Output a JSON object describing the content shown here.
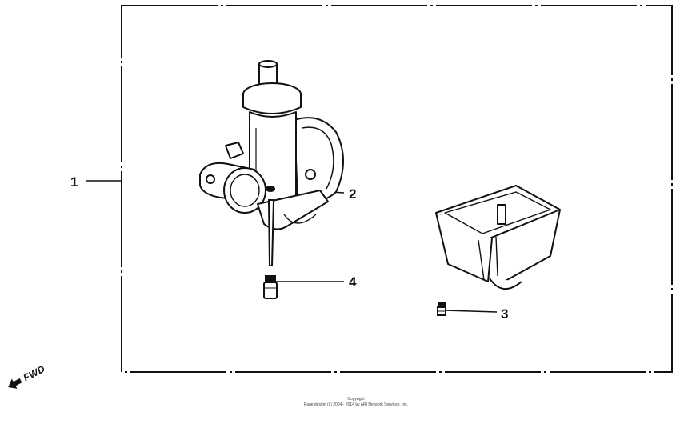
{
  "callouts": {
    "assembly": "1",
    "part_2": "2",
    "part_3": "3",
    "part_4": "4"
  },
  "fwd_label": "FWD",
  "copyright": {
    "line1": "Copyright",
    "line2": "Page design (c) 2004 - 2014 by ARI Network Services, Inc."
  },
  "colors": {
    "ink": "#111111",
    "background": "#ffffff"
  },
  "icons": {
    "forward": "arrow-down-left-icon"
  }
}
